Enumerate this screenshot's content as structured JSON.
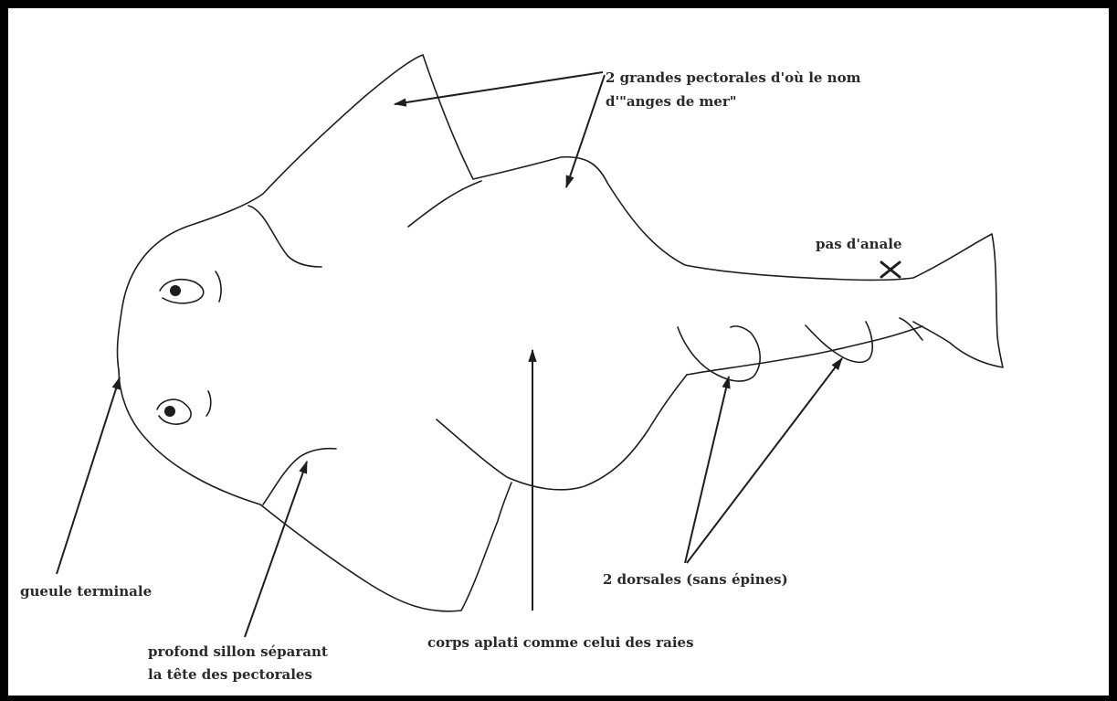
{
  "labels": {
    "pectorals_line1": "2 grandes pectorales  d'où le nom",
    "pectorals_line2": "d'\"anges de mer\"",
    "anal": "pas d'anale",
    "mouth": "gueule terminale",
    "dorsals": "2 dorsales (sans épines)",
    "groove_line1": "profond sillon séparant",
    "groove_line2": "la tête des pectorales",
    "body": "corps aplati comme celui des raies"
  },
  "colors": {
    "frame": "#000000",
    "ink": "#1e1e1e",
    "background": "#ffffff"
  }
}
